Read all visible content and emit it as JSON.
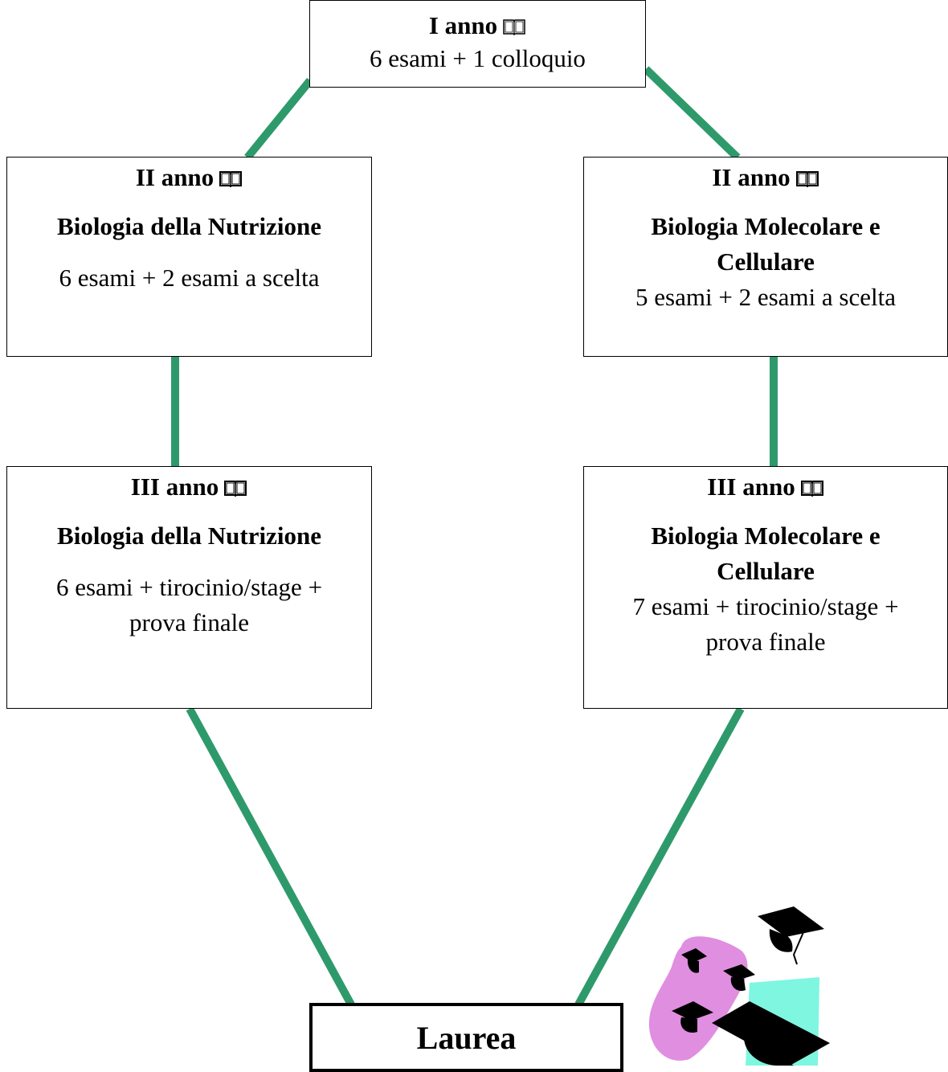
{
  "first_year": {
    "title": "I anno",
    "details": "6 esami + 1 colloquio",
    "icon": "book-icon"
  },
  "left_track": {
    "second_year": {
      "title": "II anno",
      "program": "Biologia della Nutrizione",
      "details": "6 esami + 2 esami a scelta"
    },
    "third_year": {
      "title": "III anno",
      "program": "Biologia della Nutrizione",
      "details_line1": "6 esami + tirocinio/stage +",
      "details_line2": "prova finale"
    }
  },
  "right_track": {
    "second_year": {
      "title": "II anno",
      "program_line1": "Biologia Molecolare e",
      "program_line2": "Cellulare",
      "details": "5 esami + 2 esami a scelta"
    },
    "third_year": {
      "title": "III anno",
      "program_line1": "Biologia Molecolare e",
      "program_line2": "Cellulare",
      "details_line1": "7 esami + tirocinio/stage +",
      "details_line2": "prova finale"
    }
  },
  "final": {
    "title": "Laurea",
    "clipart": "graduation-caps-icon"
  },
  "colors": {
    "connector": "#2e9a6b",
    "border": "#000000",
    "clipart_pink": "#e08ee0",
    "clipart_cyan": "#7ef6e0"
  }
}
